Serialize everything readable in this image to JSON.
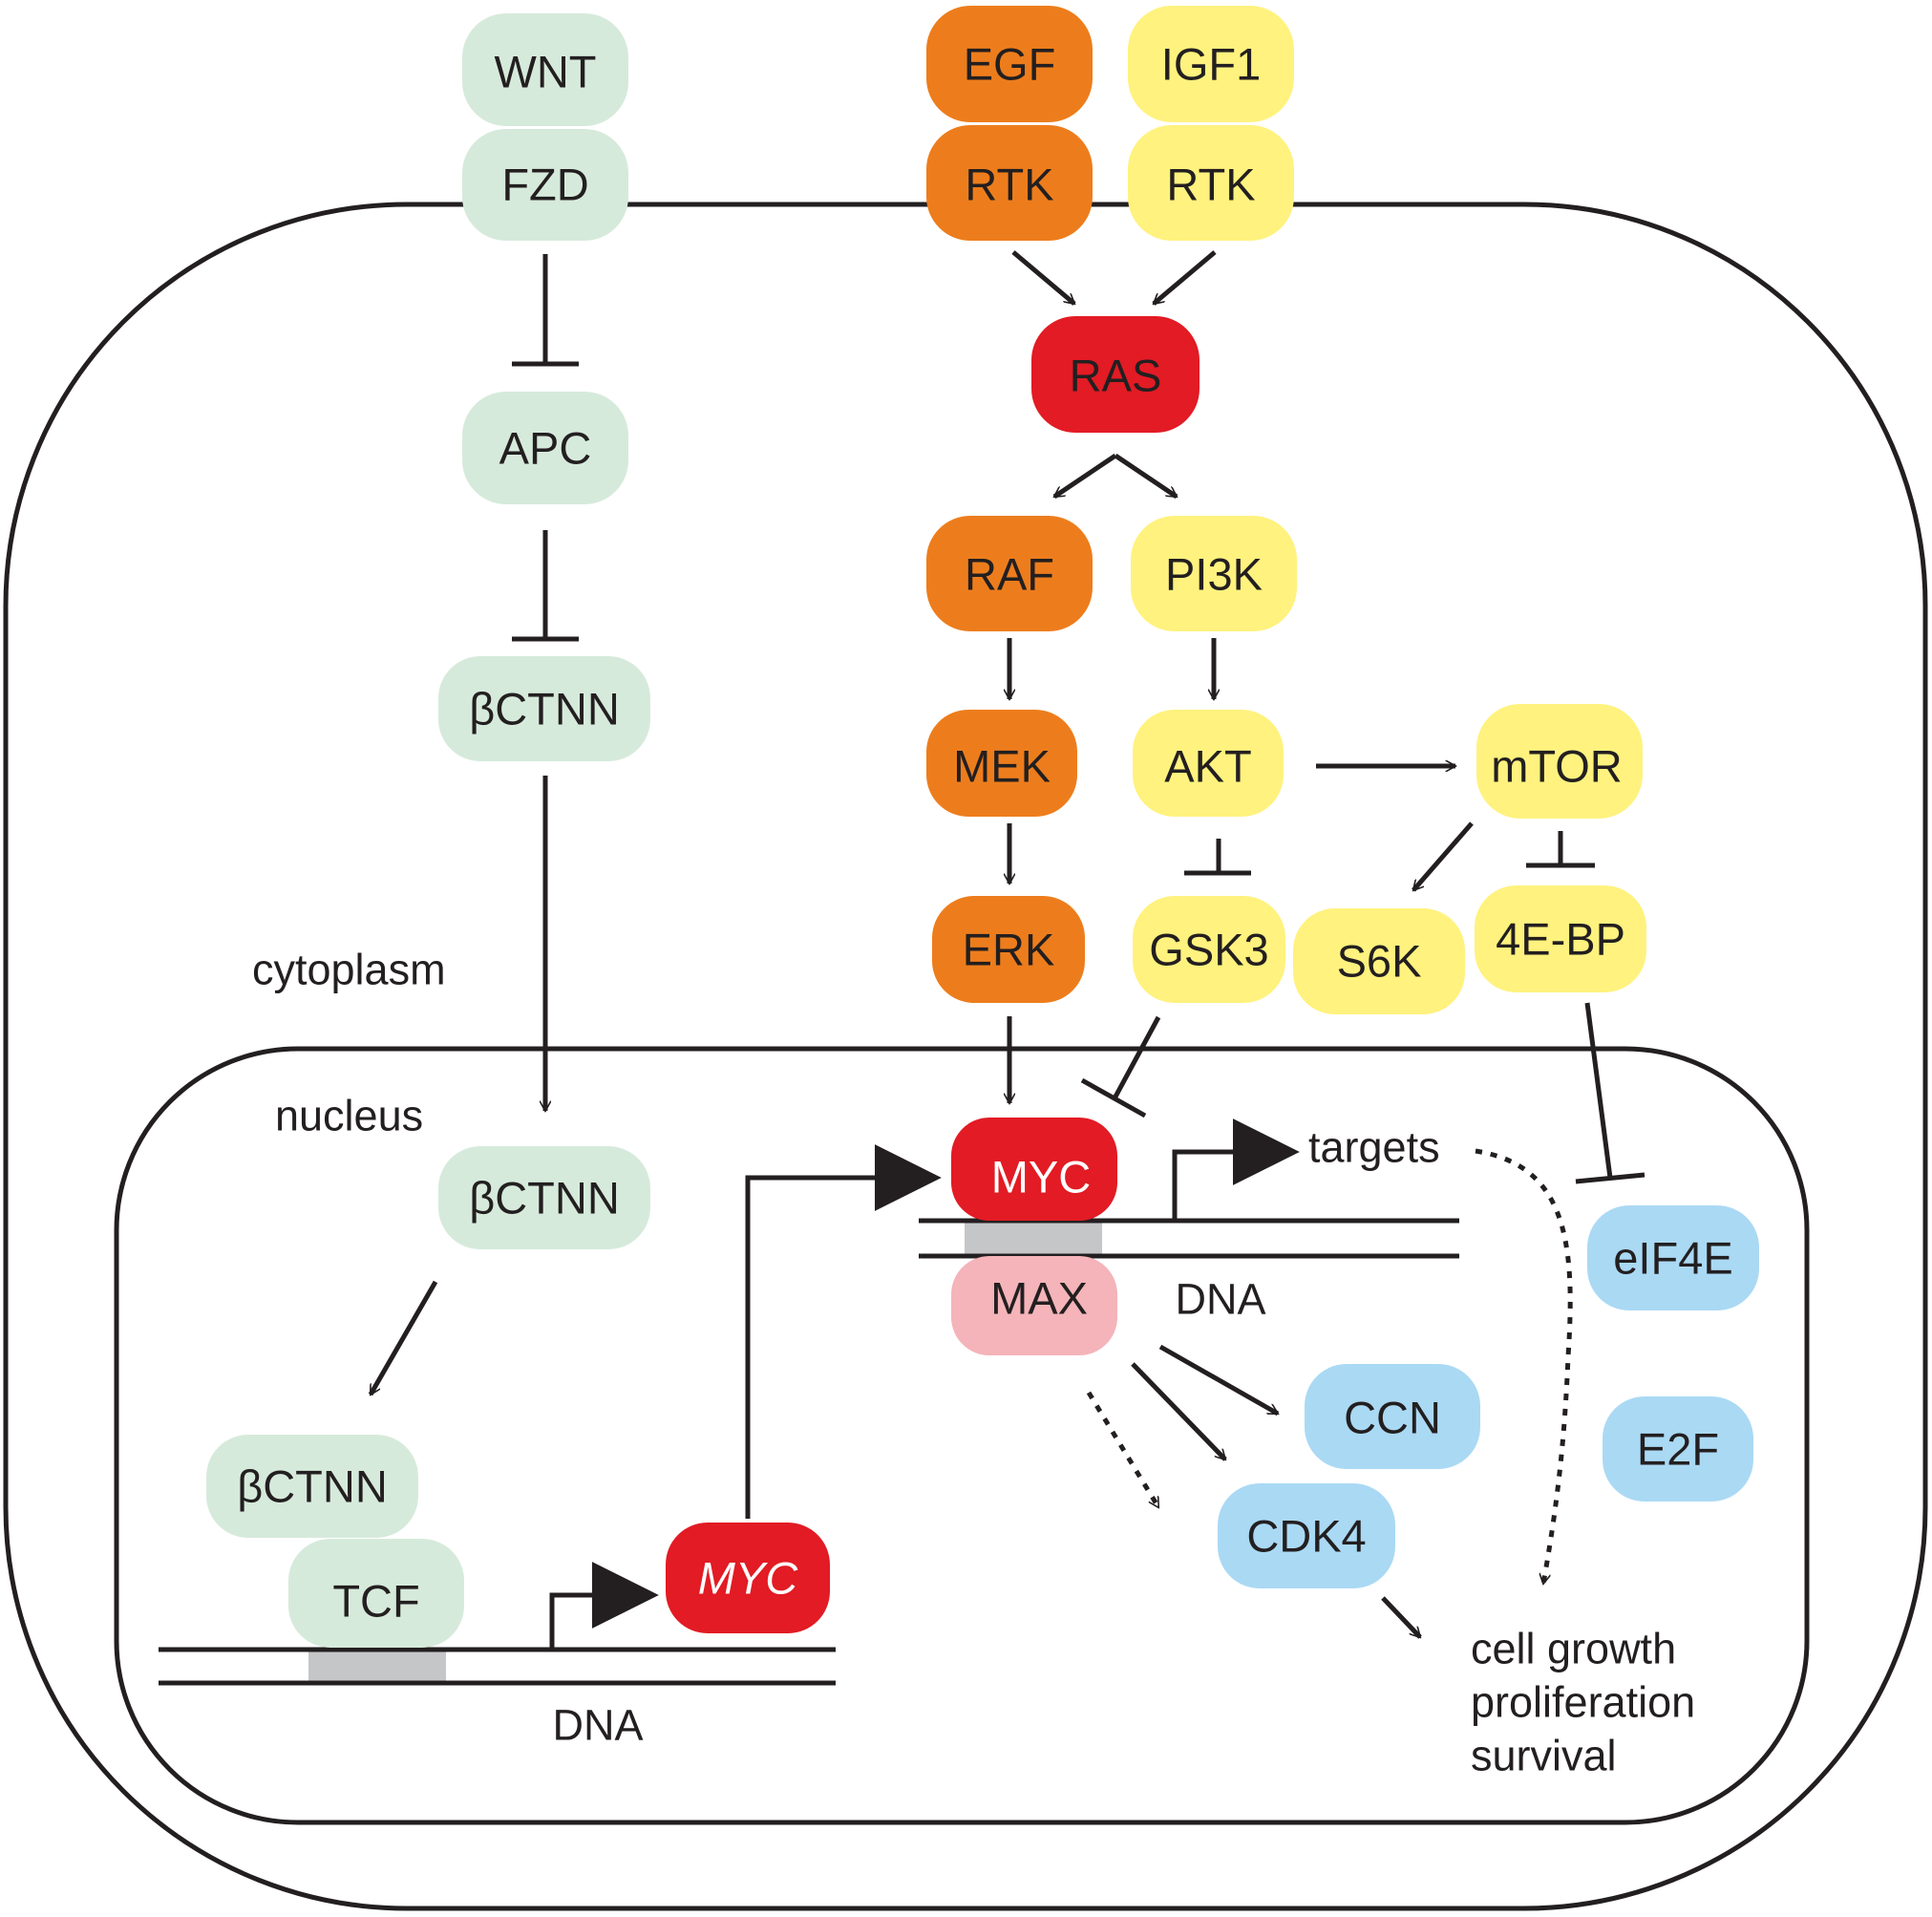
{
  "colors": {
    "wnt_green": "#d6eadb",
    "egf_orange": "#ed7d1c",
    "igf_yellow": "#fff27e",
    "ras_red": "#e21b24",
    "max_pink": "#f4b4b9",
    "target_blue": "#aad9f4",
    "dna_grey": "#c5c6c8",
    "line_black": "#231f20"
  },
  "nodes": {
    "wnt": "WNT",
    "fzd": "FZD",
    "apc": "APC",
    "bctnn_cyto": "βCTNN",
    "bctnn_nuc": "βCTNN",
    "bctnn_bound": "βCTNN",
    "tcf": "TCF",
    "egf": "EGF",
    "igf1": "IGF1",
    "rtk_egf": "RTK",
    "rtk_igf": "RTK",
    "ras": "RAS",
    "raf": "RAF",
    "pi3k": "PI3K",
    "mek": "MEK",
    "akt": "AKT",
    "mtor": "mTOR",
    "erk": "ERK",
    "gsk3": "GSK3",
    "s6k": "S6K",
    "ebp": "4E-BP",
    "myc_protein": "MYC",
    "max": "MAX",
    "myc_gene": "MYC",
    "eif4e": "eIF4E",
    "e2f": "E2F",
    "ccn": "CCN",
    "cdk4": "CDK4"
  },
  "labels": {
    "cytoplasm": "cytoplasm",
    "nucleus": "nucleus",
    "targets": "targets",
    "dna_left": "DNA",
    "dna_right": "DNA",
    "outcome_1": "cell growth",
    "outcome_2": "proliferation",
    "outcome_3": "survival"
  }
}
